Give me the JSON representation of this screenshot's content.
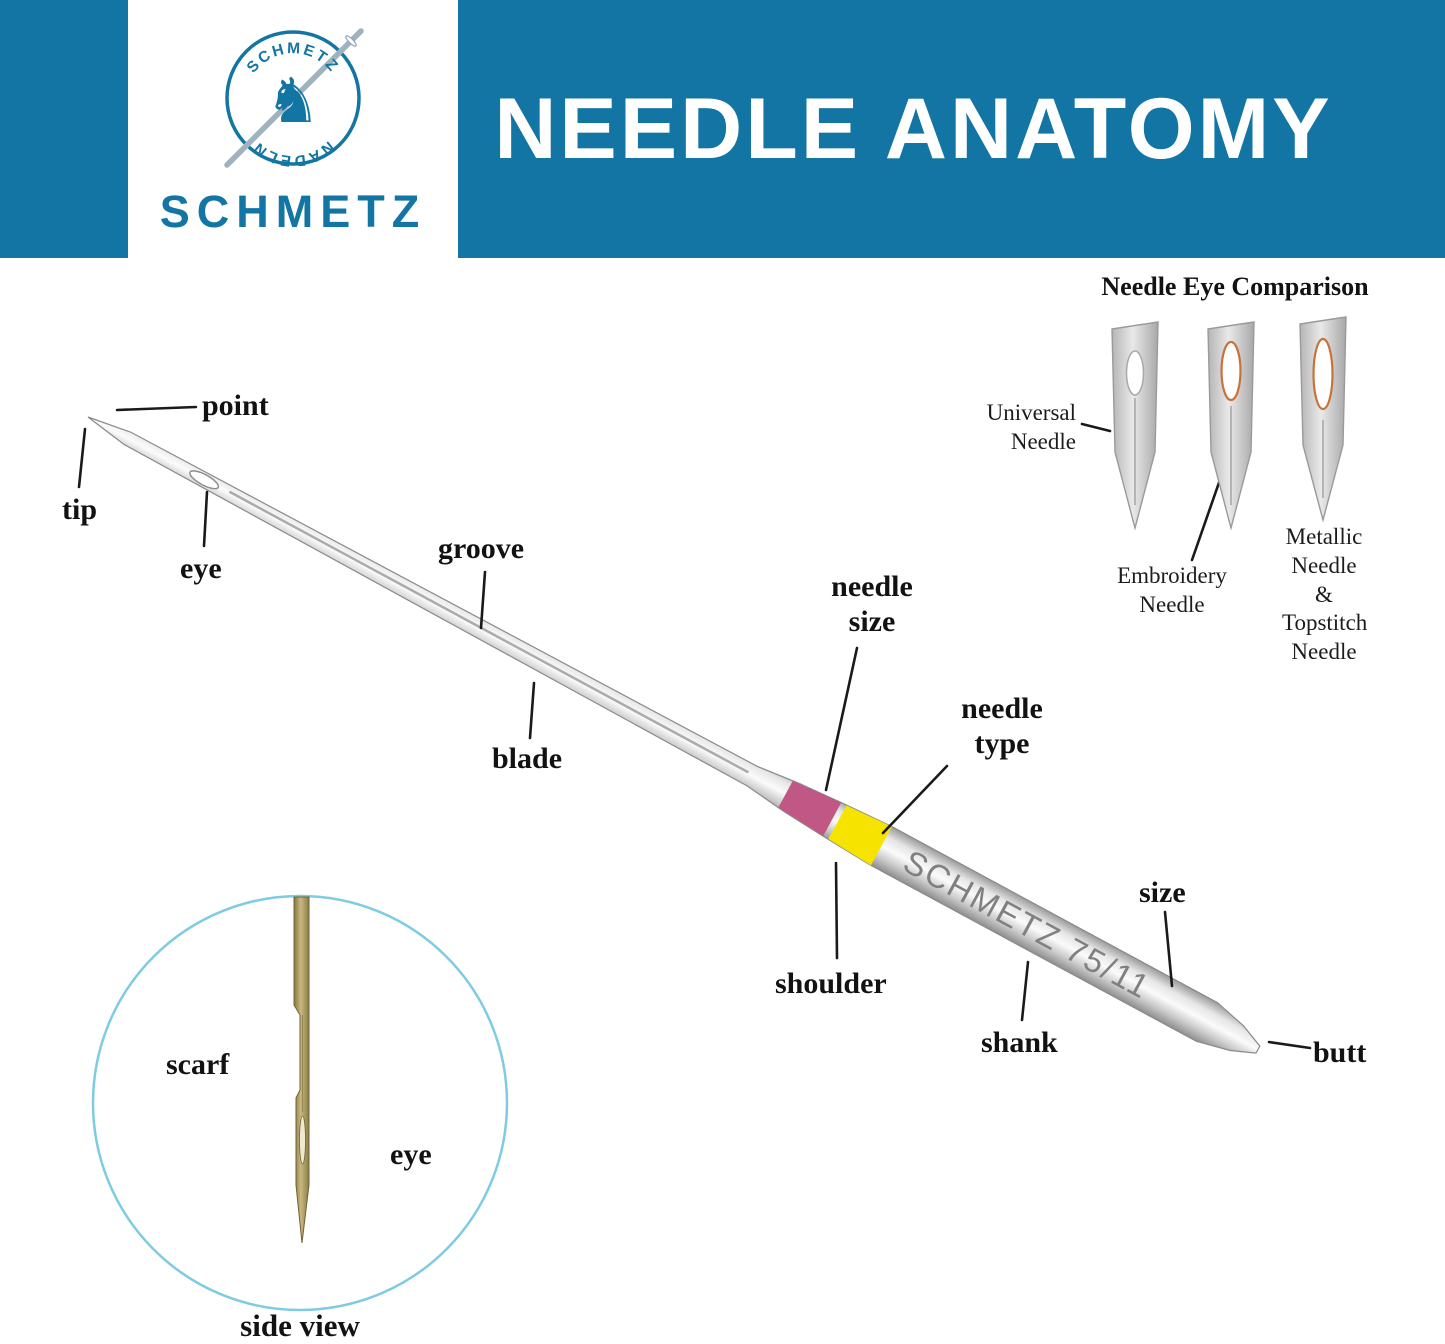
{
  "header": {
    "brand_text": "SCHMETZ",
    "title": "NEEDLE ANATOMY",
    "banner_color": "#1375A3",
    "logo": {
      "arc_top_text": "SCHMETZ",
      "arc_bottom_text": "NADELN",
      "lion_glyph": "♞"
    }
  },
  "diagram": {
    "shank_engraving": "SCHMETZ 75/11",
    "band_colors": {
      "needle_size": "#C05784",
      "needle_type": "#F6E300"
    },
    "labels": {
      "point": "point",
      "tip": "tip",
      "eye": "eye",
      "groove": "groove",
      "blade": "blade",
      "needle_size": "needle size",
      "needle_type": "needle type",
      "shoulder": "shoulder",
      "shank": "shank",
      "size": "size",
      "butt": "butt"
    }
  },
  "eye_comparison": {
    "title": "Needle Eye Comparison",
    "labels": {
      "universal": "Universal Needle",
      "embroidery": "Embroidery Needle",
      "metallic": "Metallic Needle & Topstitch Needle"
    }
  },
  "side_view": {
    "labels": {
      "scarf": "scarf",
      "eye": "eye"
    },
    "caption": "side view"
  }
}
